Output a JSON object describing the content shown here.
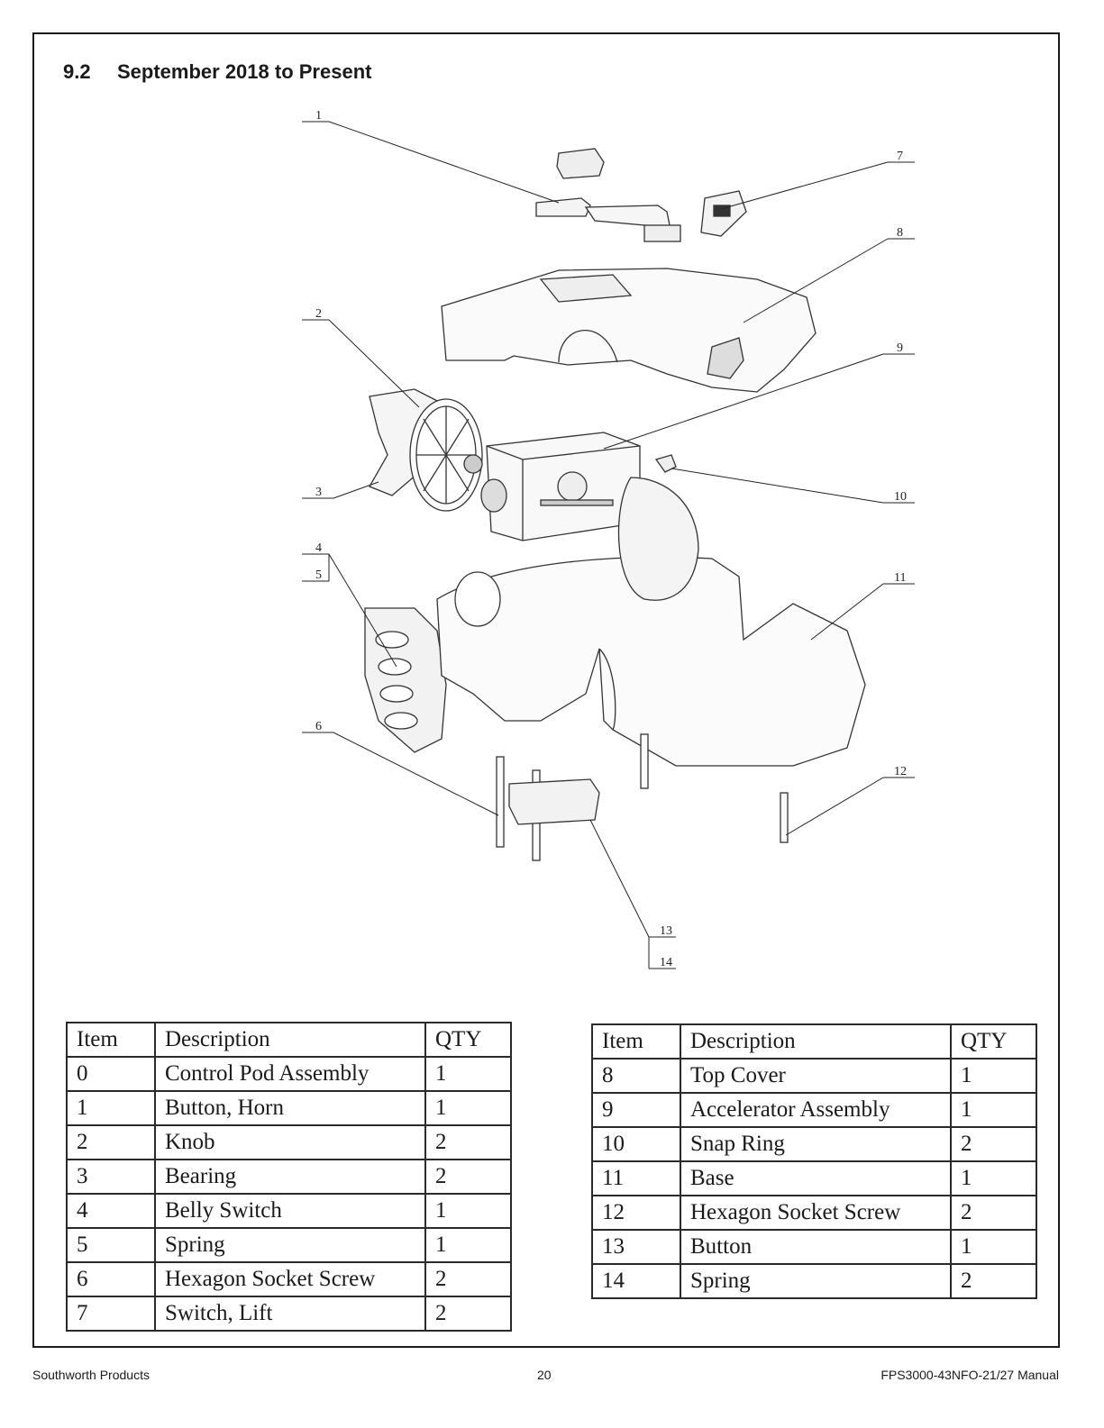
{
  "section": {
    "number": "9.2",
    "title": "September 2018 to Present"
  },
  "diagram": {
    "callouts": [
      "1",
      "7",
      "8",
      "2",
      "9",
      "3",
      "10",
      "4",
      "5",
      "11",
      "6",
      "12",
      "13",
      "14"
    ]
  },
  "table_left": {
    "headers": [
      "Item",
      "Description",
      "QTY"
    ],
    "rows": [
      [
        "0",
        "Control Pod Assembly",
        "1"
      ],
      [
        "1",
        "Button, Horn",
        "1"
      ],
      [
        "2",
        "Knob",
        "2"
      ],
      [
        "3",
        "Bearing",
        "2"
      ],
      [
        "4",
        "Belly Switch",
        "1"
      ],
      [
        "5",
        "Spring",
        "1"
      ],
      [
        "6",
        "Hexagon Socket Screw",
        "2"
      ],
      [
        "7",
        "Switch, Lift",
        "2"
      ]
    ]
  },
  "table_right": {
    "headers": [
      "Item",
      "Description",
      "QTY"
    ],
    "rows": [
      [
        "8",
        "Top Cover",
        "1"
      ],
      [
        "9",
        "Accelerator Assembly",
        "1"
      ],
      [
        "10",
        "Snap Ring",
        "2"
      ],
      [
        "11",
        "Base",
        "1"
      ],
      [
        "12",
        "Hexagon Socket Screw",
        "2"
      ],
      [
        "13",
        "Button",
        "1"
      ],
      [
        "14",
        "Spring",
        "2"
      ]
    ]
  },
  "footer": {
    "left": "Southworth Products",
    "center": "20",
    "right": "FPS3000-43NFO-21/27 Manual"
  }
}
